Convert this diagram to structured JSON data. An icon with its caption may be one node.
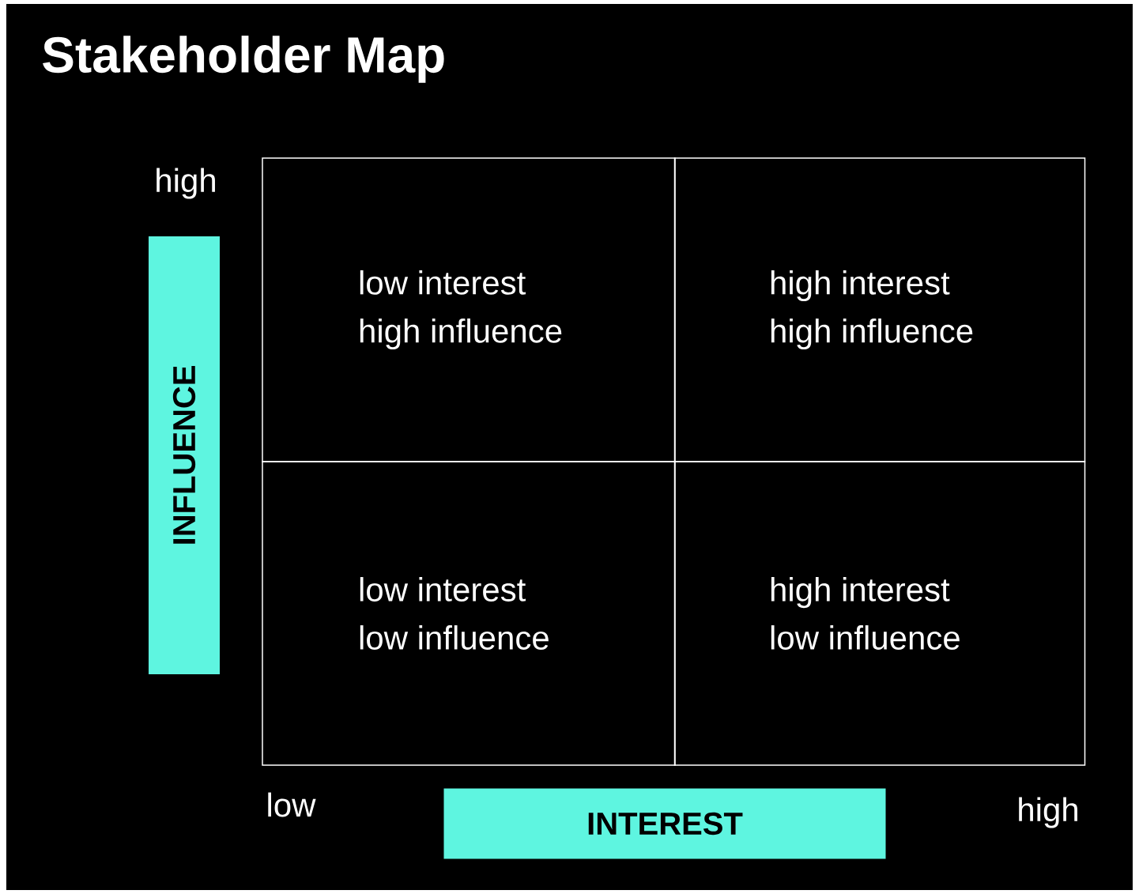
{
  "diagram": {
    "title": "Stakeholder Map",
    "nodes": [
      {
        "text": [
          "INFLUENCE"
        ]
      },
      {
        "text": [
          "low interest high influence"
        ]
      },
      {
        "text": [
          "high interest high influence"
        ]
      },
      {
        "text": [
          "low interest low influence"
        ]
      },
      {
        "text": [
          "high interest low influence"
        ]
      },
      {
        "text": [
          "INTEREST"
        ]
      }
    ],
    "edges": [],
    "labels": [
      "high",
      "low",
      "high"
    ]
  }
}
